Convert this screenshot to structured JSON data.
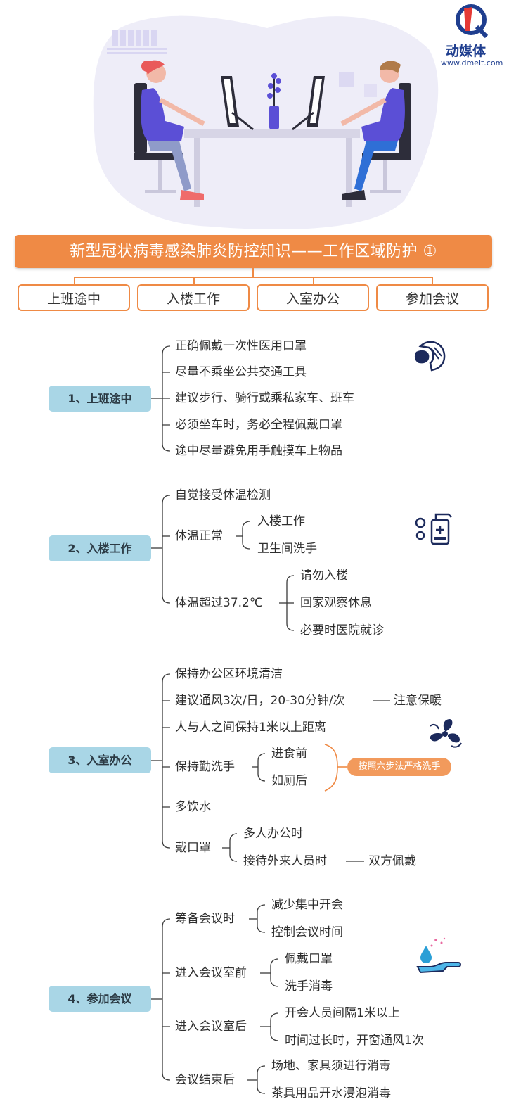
{
  "logo": {
    "name": "动媒体",
    "url": "www.dmeit.com"
  },
  "title": "新型冠状病毒感染肺炎防控知识——工作区域防护 ①",
  "tabs": [
    "上班途中",
    "入楼工作",
    "入室办公",
    "参加会议"
  ],
  "sections": [
    {
      "root": "1、上班途中",
      "icon": "mask-icon",
      "items": [
        "正确佩戴一次性医用口罩",
        "尽量不乘坐公共交通工具",
        "建议步行、骑行或乘私家车、班车",
        "必须坐车时，务必全程佩戴口罩",
        "途中尽量避免用手触摸车上物品"
      ]
    },
    {
      "root": "2、入楼工作",
      "icon": "sanitizer-icon",
      "items": [
        {
          "label": "自觉接受体温检测"
        },
        {
          "label": "体温正常",
          "children": [
            "入楼工作",
            "卫生间洗手"
          ]
        },
        {
          "label": "体温超过37.2℃",
          "children": [
            "请勿入楼",
            "回家观察休息",
            "必要时医院就诊"
          ]
        }
      ]
    },
    {
      "root": "3、入室办公",
      "icon": "fan-icon",
      "items": [
        {
          "label": "保持办公区环境清洁"
        },
        {
          "label": "建议通风3次/日，20-30分钟/次",
          "note": "注意保暖"
        },
        {
          "label": "人与人之间保持1米以上距离"
        },
        {
          "label": "保持勤洗手",
          "children": [
            "进食前",
            "如厕后"
          ],
          "callout": "按照六步法严格洗手"
        },
        {
          "label": "多饮水"
        },
        {
          "label": "戴口罩",
          "children": [
            "多人办公时",
            "接待外来人员时"
          ],
          "child_note": "双方佩戴"
        }
      ]
    },
    {
      "root": "4、参加会议",
      "icon": "handwash-icon",
      "items": [
        {
          "label": "筹备会议时",
          "children": [
            "减少集中开会",
            "控制会议时间"
          ]
        },
        {
          "label": "进入会议室前",
          "children": [
            "佩戴口罩",
            "洗手消毒"
          ]
        },
        {
          "label": "进入会议室后",
          "children": [
            "开会人员间隔1米以上",
            "时间过长时，开窗通风1次"
          ]
        },
        {
          "label": "会议结束后",
          "children": [
            "场地、家具须进行消毒",
            "茶具用品开水浸泡消毒"
          ]
        }
      ]
    }
  ],
  "colors": {
    "accent": "#ef8a45",
    "root_bg": "#a9d6e6",
    "line": "#3a3a3a",
    "figure": "#5b4fd6"
  }
}
